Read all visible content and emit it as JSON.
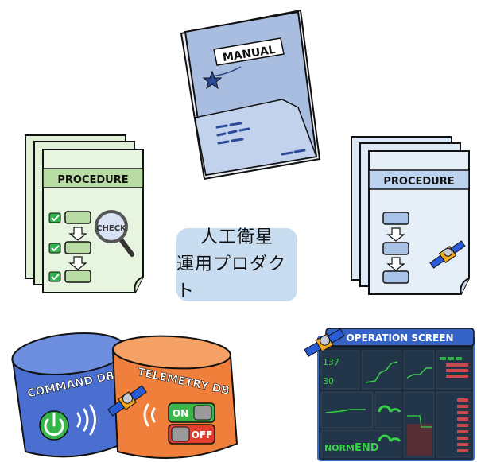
{
  "manual": {
    "title": "MANUAL"
  },
  "procedure_left": {
    "title": "PROCEDURE",
    "badge": "CHECK"
  },
  "procedure_right": {
    "title": "PROCEDURE"
  },
  "center": {
    "line1": "人工衛星",
    "line2": "運用プロダクト"
  },
  "command_db": {
    "title": "COMMAND DB"
  },
  "telemetry_db": {
    "title": "TELEMETRY DB",
    "on_label": "ON",
    "off_label": "OFF"
  },
  "operation_screen": {
    "title": "OPERATION SCREEN",
    "value_top": "137",
    "value_bottom": "30",
    "status_norm": "NORM",
    "status_end": "END"
  },
  "colors": {
    "manual_blue": "#a9bde0",
    "procedure_green": "#dff0d6",
    "procedure_blue": "#dde9f6",
    "command_db_blue": "#4a6fd1",
    "telemetry_db_orange": "#f07f3c",
    "screen_dark": "#1c2a3a",
    "switch_on": "#3bb54a",
    "switch_off": "#e23c2c"
  }
}
